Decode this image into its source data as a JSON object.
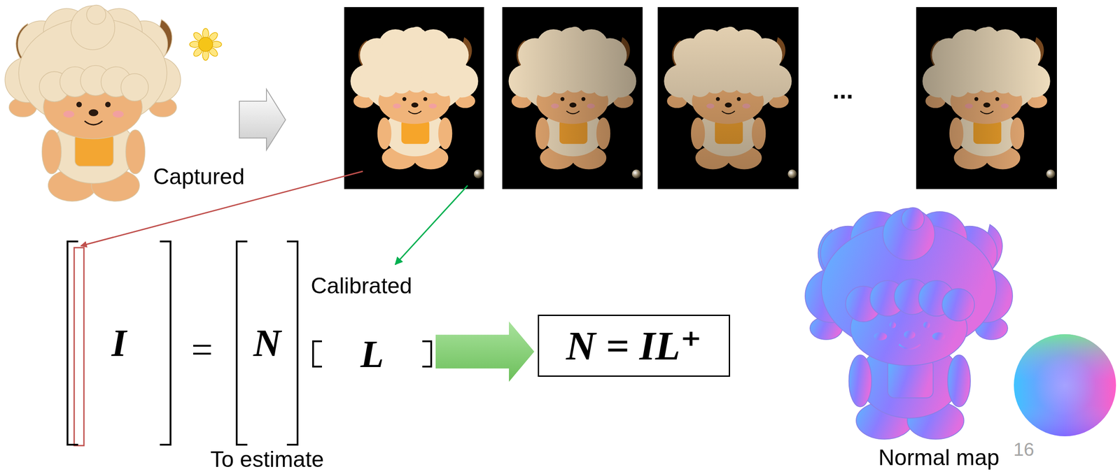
{
  "diagram": {
    "nodes": [
      {
        "text": [
          "I"
        ]
      },
      {
        "text": [
          "N",
          "To estimate"
        ]
      },
      {
        "text": [
          "Calibrated",
          "L"
        ]
      },
      {
        "text": [
          "N = IL⁺"
        ]
      }
    ],
    "edges": [
      {
        "from": 2,
        "to": 3,
        "arrow": "to"
      }
    ],
    "labels": [
      "Captured",
      "...",
      "=",
      "Normal map",
      "16"
    ]
  }
}
